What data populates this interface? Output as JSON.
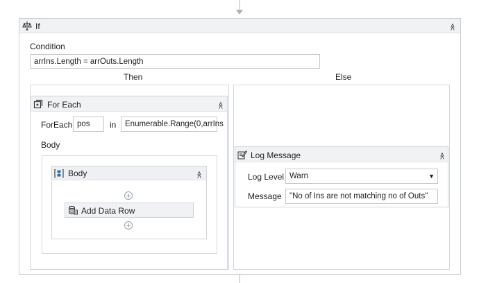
{
  "if_activity": {
    "title": "If",
    "condition_label": "Condition",
    "condition_value": "arrIns.Length = arrOuts.Length",
    "then_label": "Then",
    "else_label": "Else"
  },
  "for_each": {
    "title": "For Each",
    "foreach_label": "ForEach",
    "variable": "pos",
    "in_label": "in",
    "collection": "Enumerable.Range(0,arrIns",
    "body_label": "Body"
  },
  "body_sequence": {
    "title": "Body",
    "activity": "Add Data Row"
  },
  "log_message": {
    "title": "Log Message",
    "level_label": "Log Level",
    "level_value": "Warn",
    "message_label": "Message",
    "message_value": "\"No of Ins are not matching no of Outs\""
  }
}
